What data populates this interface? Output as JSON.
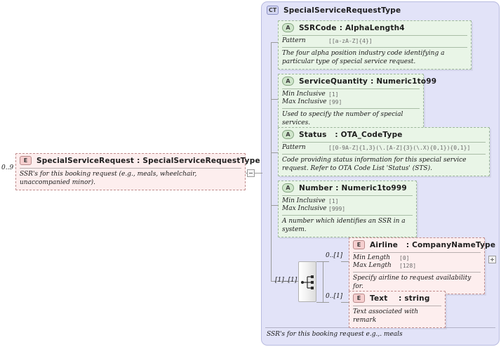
{
  "diagram": {
    "kind": "xsd-schema-diagram",
    "title": "SpecialServiceRequest XSD diagram"
  },
  "root_element": {
    "occurrence": "0..9",
    "icon": "E",
    "name": "SpecialServiceRequest",
    "separator": ":",
    "type": "SpecialServiceRequestType",
    "documentation": "SSR's for this booking request (e.g., meals, wheelchair, unaccompanied minor)."
  },
  "complex_type": {
    "icon": "CT",
    "name": "SpecialServiceRequestType",
    "footer_documentation": "SSR's for this booking request e.g.,. meals"
  },
  "attributes": [
    {
      "icon": "A",
      "name": "SSRCode",
      "separator": ":",
      "type": "AlphaLength4",
      "facets": [
        {
          "label": "Pattern",
          "value": "[[a-zA-Z]{4}]"
        }
      ],
      "documentation": "The four alpha position industry code identifying a particular type of special service request."
    },
    {
      "icon": "A",
      "name": "ServiceQuantity",
      "separator": ":",
      "type": "Numeric1to99",
      "facets": [
        {
          "label": "Min Inclusive",
          "value": "[1]"
        },
        {
          "label": "Max Inclusive",
          "value": "[99]"
        }
      ],
      "documentation": "Used to specify the number of special services."
    },
    {
      "icon": "A",
      "name": "Status",
      "separator": ":",
      "type": "OTA_CodeType",
      "facets": [
        {
          "label": "Pattern",
          "value": "[[0-9A-Z]{1,3}(\\.[A-Z]{3}(\\.X){0,1}){0,1}]"
        }
      ],
      "documentation": "Code providing status information for this special service request. Refer to OTA Code List 'Status' (STS)."
    },
    {
      "icon": "A",
      "name": "Number",
      "separator": ":",
      "type": "Numeric1to999",
      "facets": [
        {
          "label": "Min Inclusive",
          "value": "[1]"
        },
        {
          "label": "Max Inclusive",
          "value": "[999]"
        }
      ],
      "documentation": "A number which identifies an SSR in a system."
    }
  ],
  "compositor": {
    "kind": "sequence",
    "occurrence": "[1]..[1]"
  },
  "child_elements": [
    {
      "occurrence": "0..[1]",
      "icon": "E",
      "name": "Airline",
      "separator": ":",
      "type": "CompanyNameType",
      "facets": [
        {
          "label": "Min Length",
          "value": "[0]"
        },
        {
          "label": "Max Length",
          "value": "[128]"
        }
      ],
      "documentation": "Specify airline to request availability for.",
      "expander": "+"
    },
    {
      "occurrence": "0..[1]",
      "icon": "E",
      "name": "Text",
      "separator": ":",
      "type": "string",
      "facets": [],
      "documentation": "Text associated with remark",
      "expander": ""
    }
  ],
  "colors": {
    "element_fill": "#fdeeee",
    "element_border": "#c08d8d",
    "attribute_fill": "#e9f5e7",
    "attribute_border": "#9db79a",
    "complextype_fill": "#e2e3f8",
    "complextype_border": "#b9bbe0",
    "connector": "#9a9a9a"
  }
}
